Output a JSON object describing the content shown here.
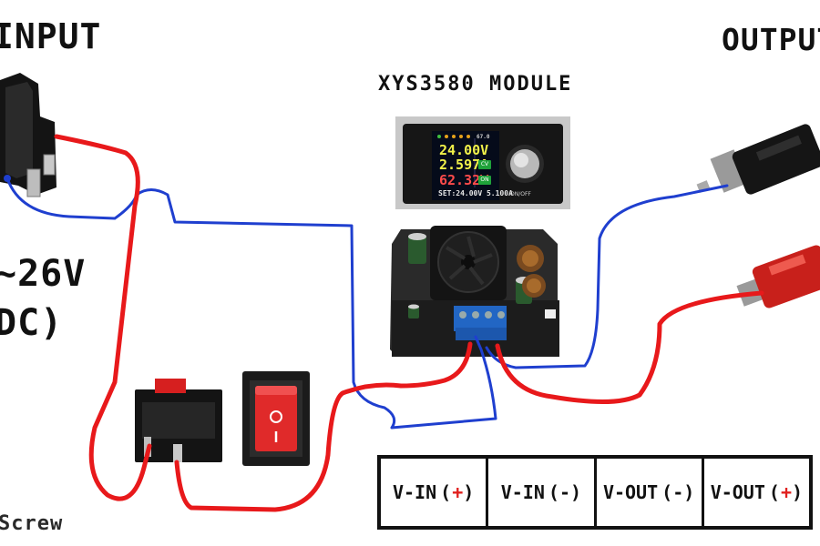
{
  "labels": {
    "input": "INPUT",
    "output": "OUTPUT",
    "module": "XYS3580 MODULE",
    "voltage_range": "~26V",
    "dc": "DC)",
    "credit": "Screw"
  },
  "display": {
    "voltage": "24.00V",
    "current": "2.597A",
    "power": "62.32W",
    "setpoint": "SET:24.00V 5.100A",
    "temperature": "67.0",
    "cv_badge": "CV",
    "on_badge": "ON",
    "knob_caption": "ON/OFF"
  },
  "terminals": [
    {
      "name": "V-IN",
      "sign": "+"
    },
    {
      "name": "V-IN",
      "sign": "-"
    },
    {
      "name": "V-OUT",
      "sign": "-"
    },
    {
      "name": "V-OUT",
      "sign": "+"
    }
  ],
  "colors": {
    "positive_wire": "#e8191b",
    "negative_wire": "#1f3fcf",
    "text": "#111111",
    "sign_accent": "#e0201e"
  }
}
